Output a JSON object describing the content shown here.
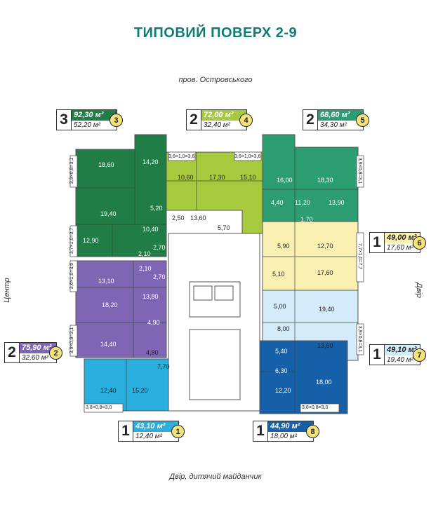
{
  "title": "ТИПОВИЙ ПОВЕРХ 2-9",
  "labels": {
    "top": "пров. Островського",
    "left": "Центр",
    "right": "Двір",
    "bottom": "Двір, дитячий майданчик"
  },
  "colors": {
    "apt1": "#29aedd",
    "apt2": "#7e66b4",
    "apt3": "#1f7d45",
    "apt4": "#a7c93d",
    "apt5": "#2c9d70",
    "apt6": "#faf0b2",
    "apt7": "#d4ecfa",
    "apt8": "#1560a8",
    "title": "#0f7d74",
    "stair": "#ffffff"
  },
  "apartments": [
    {
      "num": "3",
      "rooms": "3",
      "total": "92,30 м²",
      "living": "52,20 м²",
      "color": "#1f7d45"
    },
    {
      "num": "4",
      "rooms": "2",
      "total": "72,00 м²",
      "living": "32,40 м²",
      "color": "#a7c93d"
    },
    {
      "num": "5",
      "rooms": "2",
      "total": "68,60 м²",
      "living": "34,30 м²",
      "color": "#2c9d70"
    },
    {
      "num": "6",
      "rooms": "1",
      "total": "49,00 м²",
      "living": "17,60 м²",
      "color": "#d8c86a"
    },
    {
      "num": "2",
      "rooms": "2",
      "total": "75,90 м²",
      "living": "32,60 м²",
      "color": "#7e66b4"
    },
    {
      "num": "7",
      "rooms": "1",
      "total": "49,10 м²",
      "living": "19,40 м²",
      "color": "#7fb8dc"
    },
    {
      "num": "1",
      "rooms": "1",
      "total": "43,10 м²",
      "living": "12,40 м²",
      "color": "#29aedd"
    },
    {
      "num": "8",
      "rooms": "1",
      "total": "44,90 м²",
      "living": "18,00 м²",
      "color": "#1560a8"
    }
  ],
  "rooms": {
    "a3": [
      "18,60",
      "14,20",
      "19,40",
      "5,20",
      "10,40",
      "12,90",
      "2,10",
      "2,70"
    ],
    "a3_balc": [
      "3,9×0,8=3,1",
      "3,7×1,0=3,7"
    ],
    "a4": [
      "10,60",
      "17,30",
      "15,10",
      "2,50",
      "13,60",
      "5,70"
    ],
    "a4_balc": [
      "3,6×1,0=3,6",
      "3,6×1,0=3,6"
    ],
    "a5": [
      "16,00",
      "18,30",
      "4,40",
      "11,20",
      "13,90",
      "1,70"
    ],
    "a5_balc": [
      "3,9×0,8=3,1"
    ],
    "a2": [
      "2,10",
      "2,70",
      "13,10",
      "18,20",
      "13,80",
      "4,90",
      "14,40"
    ],
    "a2_balc": [
      "3,6×1,0=3,6",
      "3,9×0,8=3,1"
    ],
    "a6": [
      "5,90",
      "12,70",
      "5,10",
      "17,60"
    ],
    "a6_balc": [
      "7,7×1,0=7,7"
    ],
    "a7": [
      "5,00",
      "19,40",
      "8,00",
      "13,60"
    ],
    "a7_balc": [
      "3,9×0,8=3,1"
    ],
    "a1": [
      "4,80",
      "7,70",
      "12,40",
      "15,20"
    ],
    "a1_balc": [
      "3,8×0,8=3,0"
    ],
    "a8": [
      "5,40",
      "6,30",
      "12,20",
      "18,00"
    ],
    "a8_balc": [
      "3,8×0,8=3,0"
    ]
  }
}
